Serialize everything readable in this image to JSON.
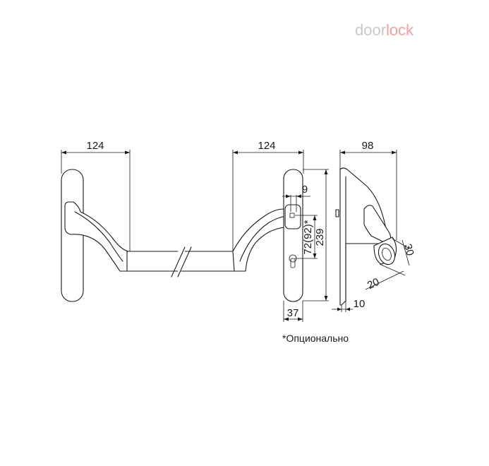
{
  "logo": {
    "part1": "door",
    "part2": "lock"
  },
  "dimensions": {
    "left_width": "124",
    "right_width": "124",
    "side_depth": "98",
    "handle_offset": "9",
    "cylinder_spacing": "72(92)*",
    "plate_height": "239",
    "plate_width": "37",
    "side_base": "10",
    "handle_length": "20",
    "handle_diameter": "30"
  },
  "note": "*Опционально",
  "colors": {
    "line": "#1a1a1a",
    "logo_gray": "#c8c8c8",
    "logo_red": "#f2a0a0"
  }
}
